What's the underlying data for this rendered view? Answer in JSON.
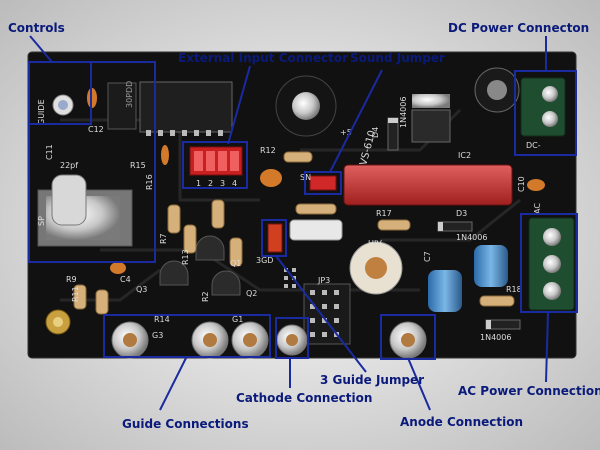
{
  "callouts": {
    "controls": "Controls",
    "external_input_connector": "External Input Connector",
    "sound_jumper": "Sound Jumper",
    "dc_power_connector": "DC Power Connecton",
    "ac_power_connection": "AC Power Connection",
    "three_guide_jumper": "3 Guide Jumper",
    "cathode_connection": "Cathode Connection",
    "guide_connections": "Guide Connections",
    "anode_connection": "Anode Connection"
  },
  "silkscreen": {
    "ic_top": "30PDD",
    "guide": "GUIDE",
    "c12": "C12",
    "c11": "C11",
    "cap_22pf": "22pf",
    "r15": "R15",
    "r16": "R16",
    "r12": "R12",
    "sn": "SN",
    "board_id": "VS-610",
    "d4": "D4",
    "diode_1n4006_top": "1N4006",
    "ic2": "IC2",
    "dc_minus": "DC-",
    "ac": "AC",
    "c10": "C10",
    "r17": "R17",
    "d3": "D3",
    "diode_1n4006_mid": "1N4006",
    "hiv": "HIV",
    "c7": "C7",
    "r18": "R18",
    "diode_1n4006_bot": "1N4006",
    "r13": "R13",
    "r7": "R7",
    "q1": "Q1",
    "q3": "Q3",
    "r2": "R2",
    "q2": "Q2",
    "c4": "C4",
    "r9": "R9",
    "r11": "R11",
    "r14": "R14",
    "g3": "G3",
    "g1": "G1",
    "sgd": "3GD",
    "jp3": "JP3",
    "pins": [
      "1",
      "2",
      "3",
      "4"
    ],
    "plus5": "+5",
    "sp": "SP"
  }
}
